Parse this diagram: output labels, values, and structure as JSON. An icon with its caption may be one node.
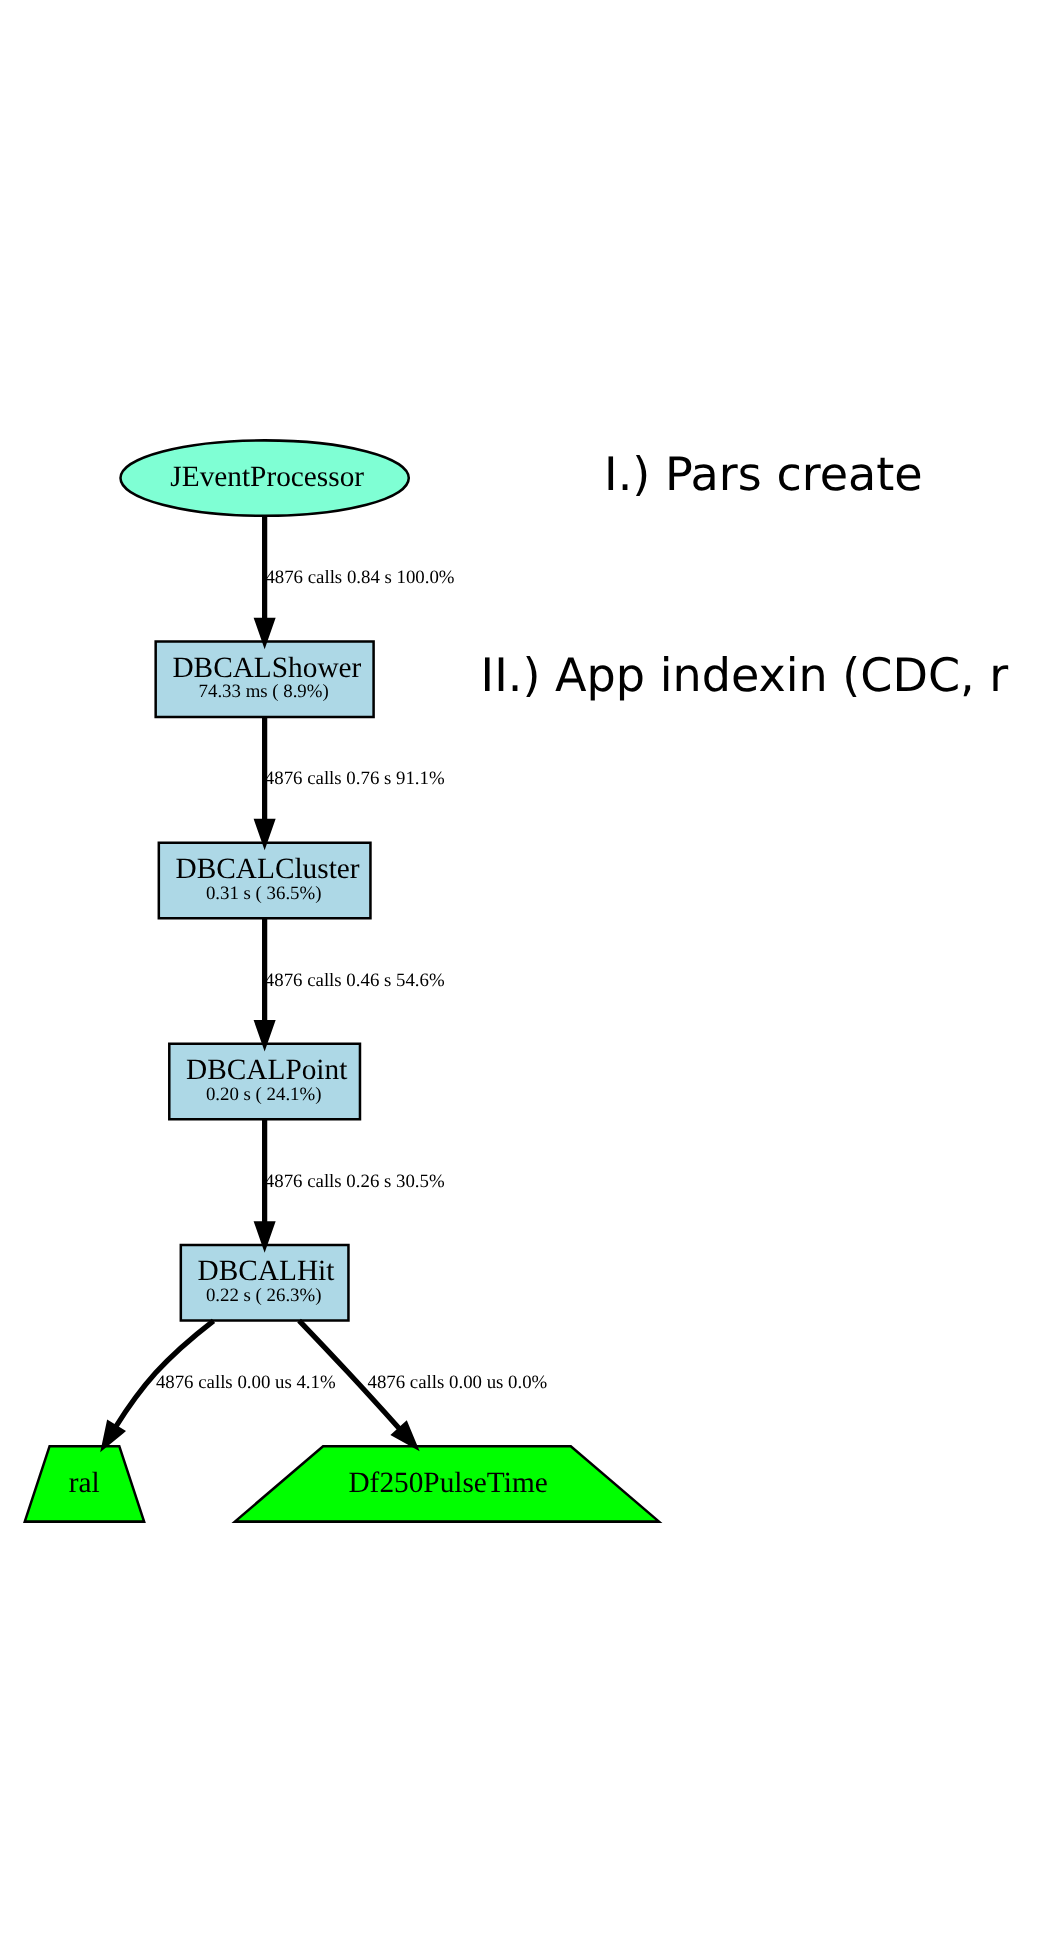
{
  "diagram": {
    "nodes": [
      {
        "text": [
          "JEventProcessor"
        ]
      },
      {
        "text": [
          "DBCALShower",
          "74.33 ms ( 8.9%)"
        ]
      },
      {
        "text": [
          "DBCALCluster",
          "0.31 s ( 36.5%)"
        ]
      },
      {
        "text": [
          "DBCALPoint",
          "0.20 s ( 24.1%)"
        ]
      },
      {
        "text": [
          "DBCALHit",
          "0.22 s ( 26.3%)"
        ]
      },
      {
        "text": [
          "ral"
        ]
      },
      {
        "text": [
          "Df250PulseTime"
        ]
      }
    ],
    "edges": [
      {
        "from": 0,
        "to": 1,
        "arrow": "to",
        "label": "4876 calls 0.84 s 100.0%"
      },
      {
        "from": 1,
        "to": 2,
        "arrow": "to",
        "label": "4876 calls 0.76 s 91.1%"
      },
      {
        "from": 2,
        "to": 3,
        "arrow": "to",
        "label": "4876 calls 0.46 s 54.6%"
      },
      {
        "from": 3,
        "to": 4,
        "arrow": "to",
        "label": "4876 calls 0.26 s 30.5%"
      },
      {
        "from": 4,
        "to": 5,
        "arrow": "to",
        "label": "4876 calls 0.00 us 4.1%"
      },
      {
        "from": 4,
        "to": 6,
        "arrow": "to",
        "label": "4876 calls 0.00 us 0.0%"
      }
    ],
    "labels": [
      "I.) Pars create",
      "II.) App indexin (CDC, r"
    ]
  }
}
